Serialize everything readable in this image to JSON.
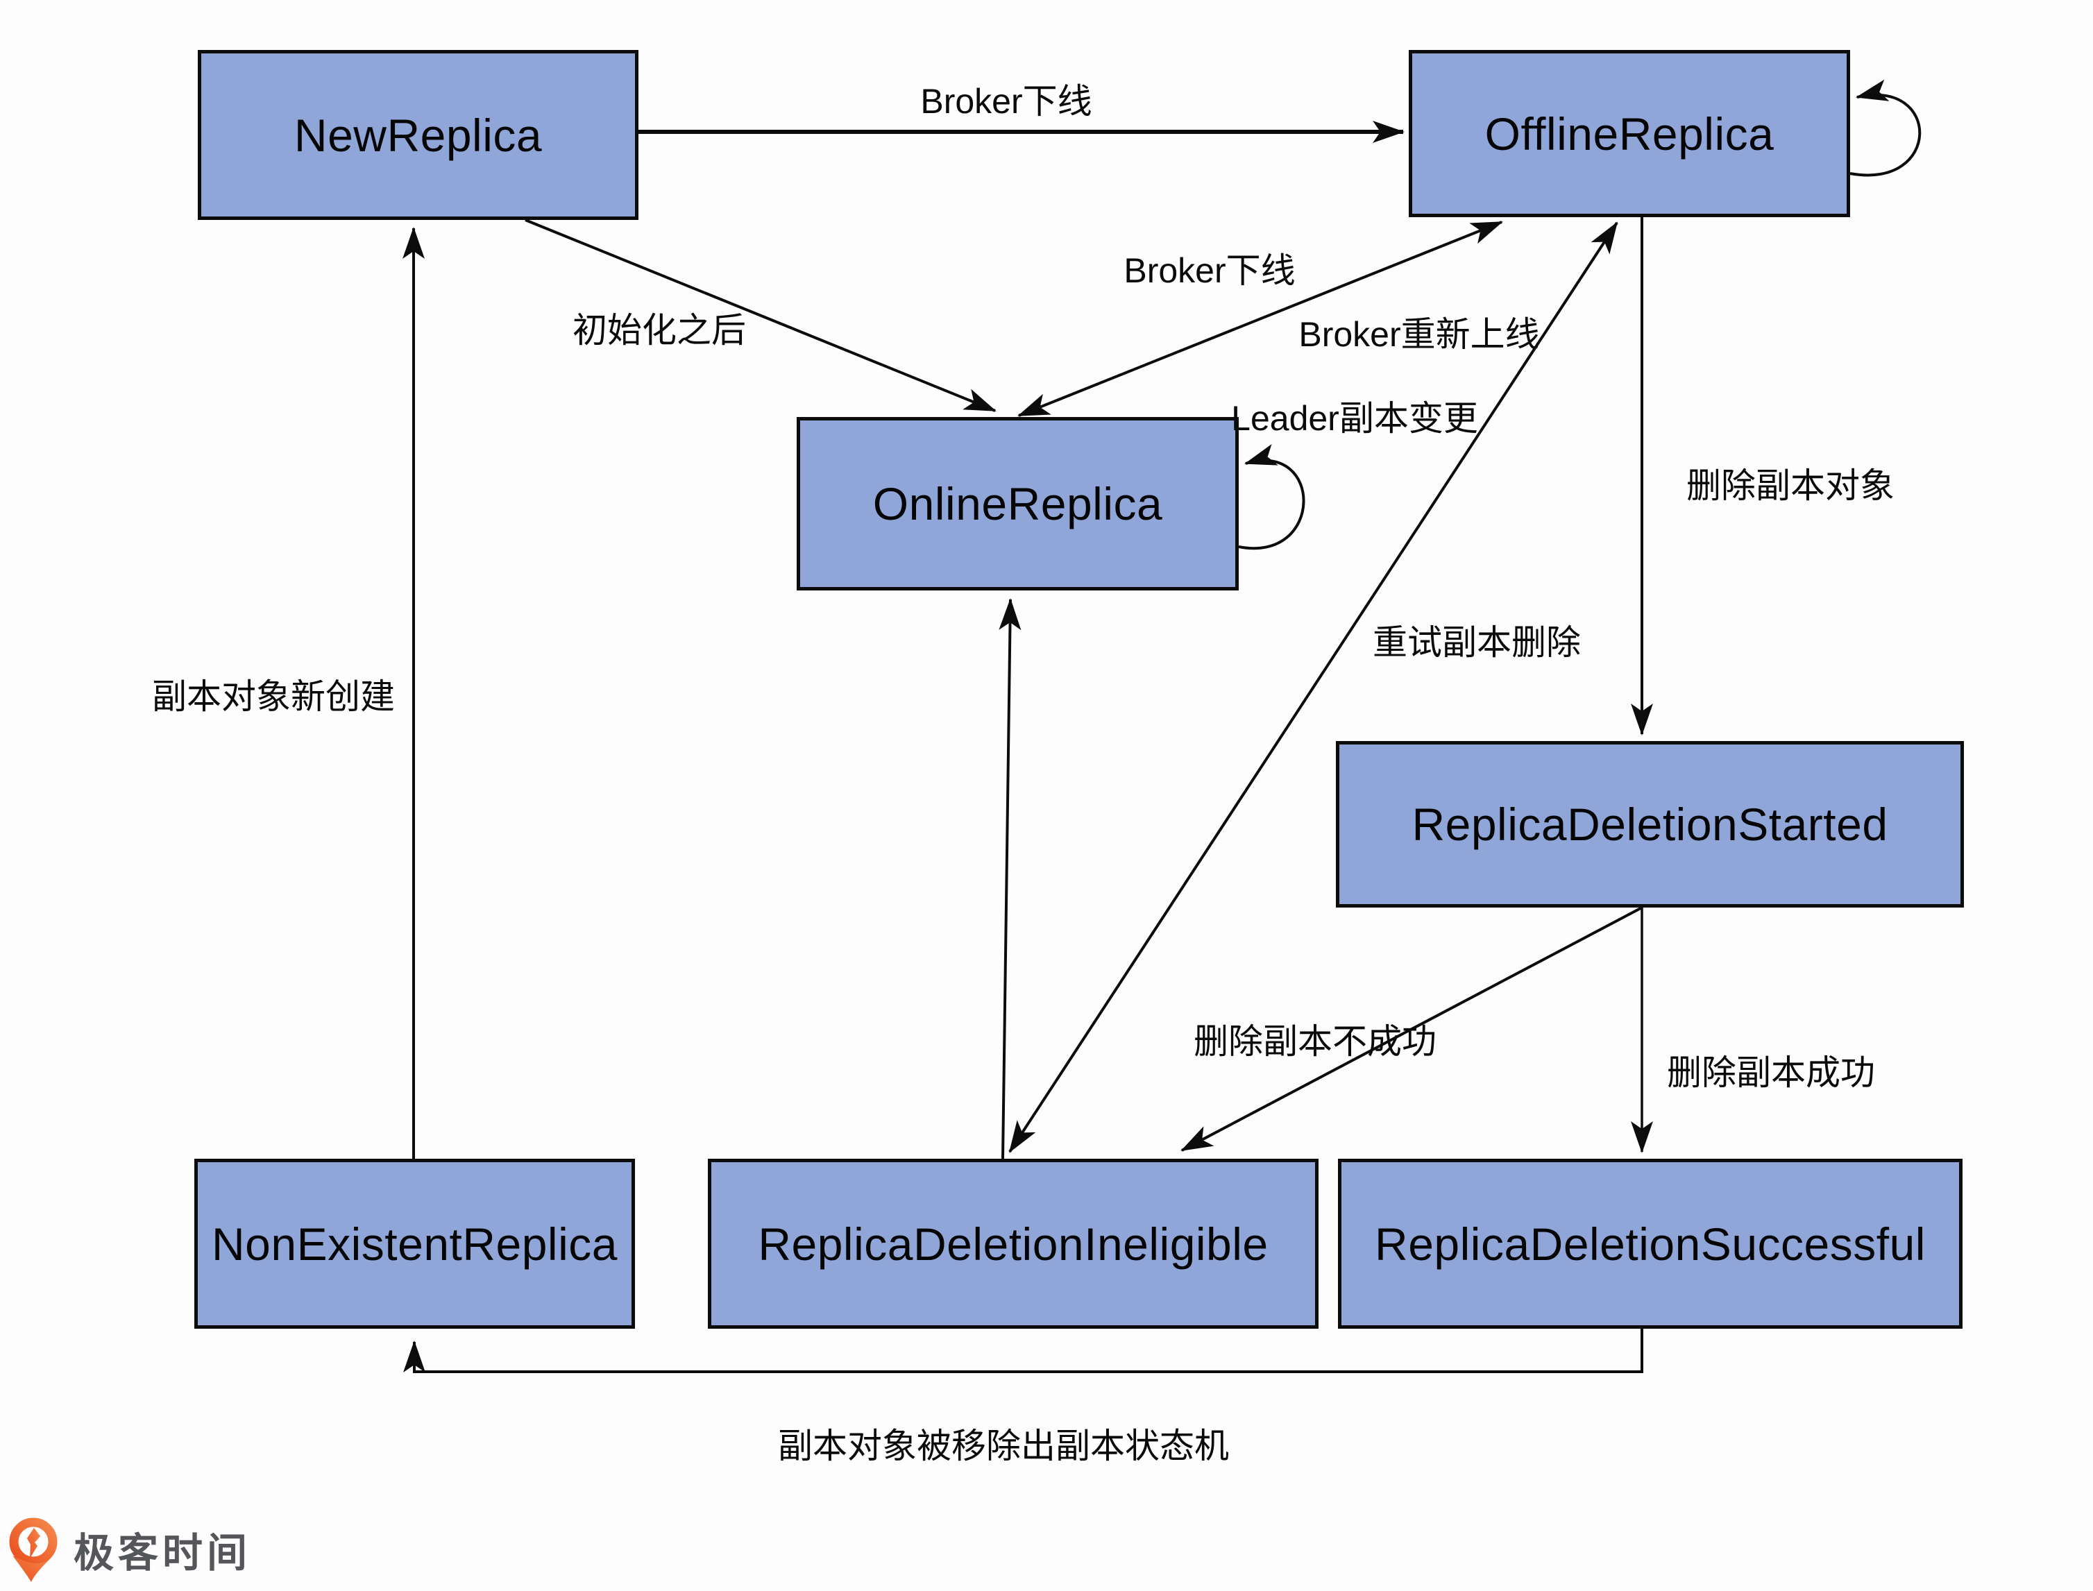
{
  "nodes": {
    "new_replica": {
      "label": "NewReplica"
    },
    "offline_replica": {
      "label": "OfflineReplica"
    },
    "online_replica": {
      "label": "OnlineReplica"
    },
    "replica_deletion_started": {
      "label": "ReplicaDeletionStarted"
    },
    "non_existent_replica": {
      "label": "NonExistentReplica"
    },
    "replica_deletion_ineligible": {
      "label": "ReplicaDeletionIneligible"
    },
    "replica_deletion_successful": {
      "label": "ReplicaDeletionSuccessful"
    }
  },
  "edge_labels": {
    "broker_down_top": {
      "text": "Broker下线"
    },
    "init_after": {
      "text": "初始化之后"
    },
    "broker_down_mid": {
      "text": "Broker下线"
    },
    "broker_back_online": {
      "text": "Broker重新上线"
    },
    "leader_change": {
      "text": "Leader副本变更"
    },
    "delete_replica_object": {
      "text": "删除副本对象"
    },
    "retry_delete": {
      "text": "重试副本删除"
    },
    "delete_fail": {
      "text": "删除副本不成功"
    },
    "delete_success": {
      "text": "删除副本成功"
    },
    "replica_created": {
      "text": "副本对象新创建"
    },
    "removed_from_machine": {
      "text": "副本对象被移除出副本状态机"
    }
  },
  "edges": [
    {
      "from": "NewReplica",
      "to": "OfflineReplica",
      "label": "Broker下线",
      "bidirectional": false
    },
    {
      "from": "NewReplica",
      "to": "OnlineReplica",
      "label": "初始化之后",
      "bidirectional": false
    },
    {
      "from": "OnlineReplica",
      "to": "OfflineReplica",
      "label": "Broker下线 / Broker重新上线",
      "bidirectional": true
    },
    {
      "from": "OnlineReplica",
      "to": "OnlineReplica",
      "label": "Leader副本变更",
      "bidirectional": false
    },
    {
      "from": "OfflineReplica",
      "to": "OfflineReplica",
      "label": "",
      "bidirectional": false
    },
    {
      "from": "OfflineReplica",
      "to": "ReplicaDeletionStarted",
      "label": "删除副本对象",
      "bidirectional": false
    },
    {
      "from": "ReplicaDeletionIneligible",
      "to": "OfflineReplica",
      "label": "重试副本删除",
      "bidirectional": true
    },
    {
      "from": "ReplicaDeletionIneligible",
      "to": "OnlineReplica",
      "label": "",
      "bidirectional": false
    },
    {
      "from": "ReplicaDeletionStarted",
      "to": "ReplicaDeletionIneligible",
      "label": "删除副本不成功",
      "bidirectional": false
    },
    {
      "from": "ReplicaDeletionStarted",
      "to": "ReplicaDeletionSuccessful",
      "label": "删除副本成功",
      "bidirectional": false
    },
    {
      "from": "ReplicaDeletionSuccessful",
      "to": "NonExistentReplica",
      "label": "副本对象被移除出副本状态机",
      "bidirectional": false
    },
    {
      "from": "NonExistentReplica",
      "to": "NewReplica",
      "label": "副本对象新创建",
      "bidirectional": false
    }
  ],
  "logo": {
    "text": "极客时间"
  },
  "colors": {
    "node_fill": "#90A6D8",
    "node_border": "#0c0c0c",
    "arrow": "#0c0c0c",
    "background": "#fdfdfd",
    "logo_orange": "#EE5A29",
    "logo_text_gray": "#55565A"
  }
}
